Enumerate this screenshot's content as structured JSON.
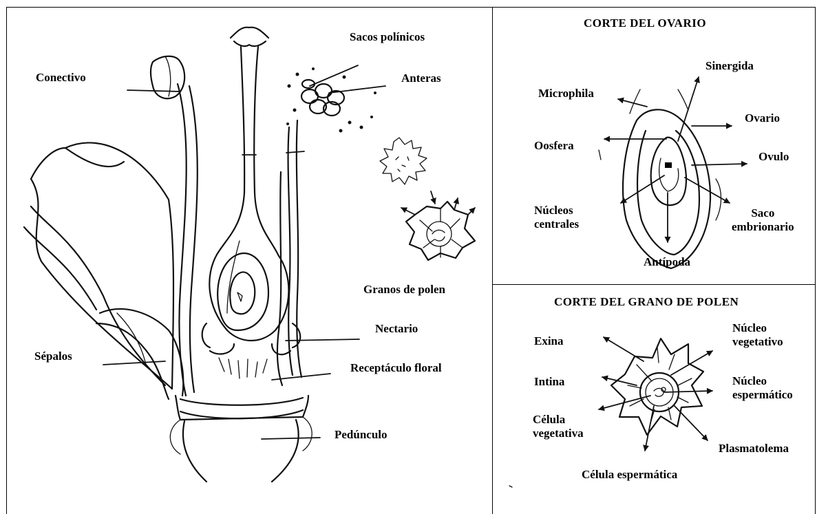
{
  "flower": {
    "labels": {
      "sacos_polinicos": "Sacos polínicos",
      "conectivo": "Conectivo",
      "anteras": "Anteras",
      "granos_de_polen": "Granos de polen",
      "nectario": "Nectario",
      "sepalos": "Sépalos",
      "receptaculo_floral": "Receptáculo floral",
      "pedunculo": "Pedúnculo"
    }
  },
  "ovary_section": {
    "title": "CORTE DEL OVARIO",
    "labels": {
      "sinergida": "Sinergida",
      "microphila": "Microphila",
      "ovario": "Ovario",
      "oosfera": "Oosfera",
      "ovulo": "Ovulo",
      "nucleos_centrales_1": "Núcleos",
      "nucleos_centrales_2": "centrales",
      "saco_embrionario_1": "Saco",
      "saco_embrionario_2": "embrionario",
      "antipoda": "Antípoda"
    }
  },
  "pollen_section": {
    "title": "CORTE DEL GRANO DE POLEN",
    "labels": {
      "exina": "Exina",
      "nucleo_vegetativo_1": "Núcleo",
      "nucleo_vegetativo_2": "vegetativo",
      "intina": "Intina",
      "nucleo_espermatico_1": "Núcleo",
      "nucleo_espermatico_2": "espermático",
      "celula_vegetativa_1": "Célula",
      "celula_vegetativa_2": "vegetativa",
      "plasmatolema": "Plasmatolema",
      "celula_espermatica": "Célula espermática"
    }
  }
}
